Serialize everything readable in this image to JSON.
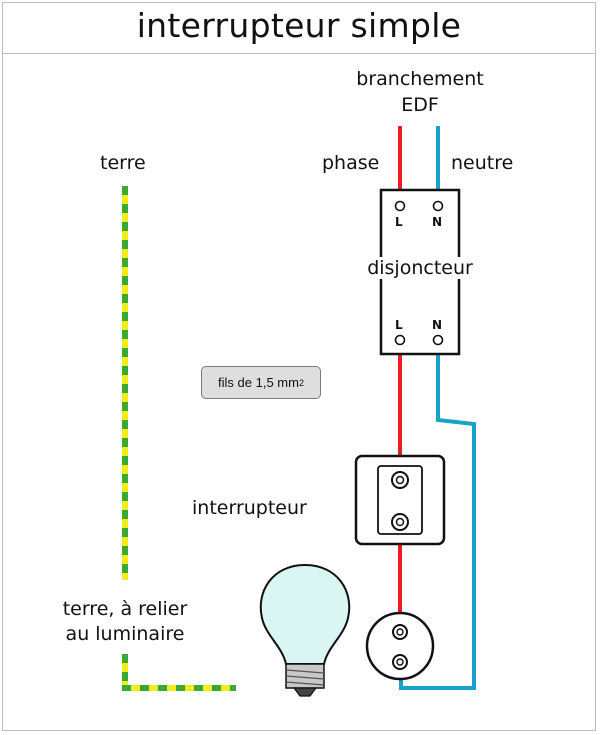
{
  "title": "interrupteur simple",
  "labels": {
    "supply_line1": "branchement",
    "supply_line2": "EDF",
    "phase": "phase",
    "neutral": "neutre",
    "earth": "terre",
    "breaker": "disjoncteur",
    "switch": "interrupteur",
    "earth_note_line1": "terre, à relier",
    "earth_note_line2": "au luminaire",
    "terminal_l": "L",
    "terminal_n": "N"
  },
  "wire_note": {
    "text": "fils de 1,5 mm",
    "superscript": "2"
  },
  "colors": {
    "phase": "#ee1c24",
    "neutral": "#1aa3c8",
    "earth_yellow": "#f2ec1b",
    "earth_green": "#3aa935",
    "bulb_glass": "#d9f6f3"
  }
}
